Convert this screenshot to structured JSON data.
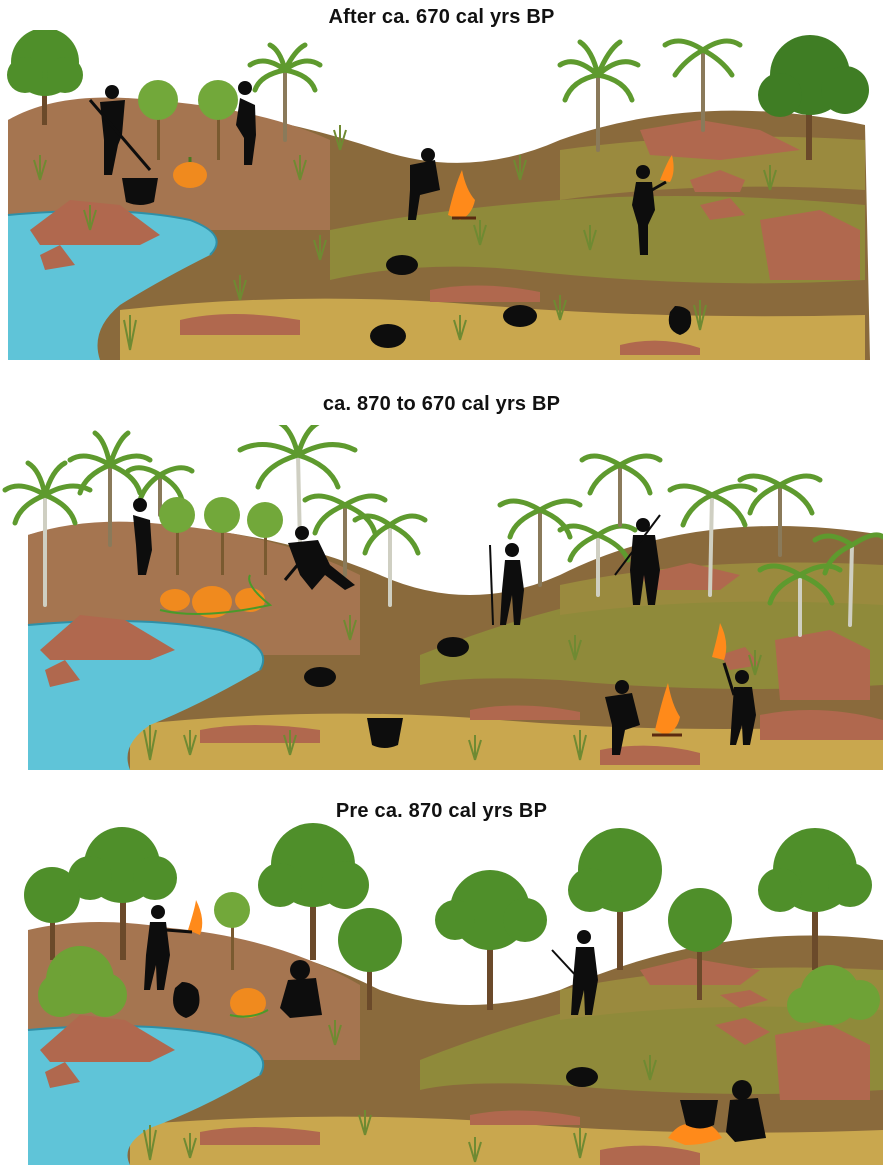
{
  "panels": [
    {
      "title": "After ca. 670 cal yrs BP",
      "vegetation": "palms-and-fruit-trees",
      "people": [
        "person-hoeing",
        "person-tending-plant",
        "person-at-fire",
        "person-holding-torch"
      ],
      "objects": [
        "cooking-pot",
        "pumpkin",
        "campfire",
        "torch",
        "ceramic-jar",
        "rodent",
        "rodent",
        "rodent"
      ]
    },
    {
      "title": "ca. 870 to 670 cal yrs BP",
      "vegetation": "dense-palms",
      "people": [
        "person-tending-plant",
        "person-digging",
        "person-with-staff",
        "person-with-spear",
        "person-at-fire",
        "person-holding-torch"
      ],
      "objects": [
        "pumpkin",
        "pumpkin",
        "pumpkin",
        "campfire",
        "torch",
        "cooking-pot",
        "rodent",
        "rodent"
      ]
    },
    {
      "title": "Pre ca. 870 cal yrs BP",
      "vegetation": "broadleaf-forest",
      "people": [
        "person-holding-torch",
        "person-crouching",
        "person-with-spear",
        "person-crouching"
      ],
      "objects": [
        "ceramic-jar",
        "pumpkin",
        "torch",
        "campfire",
        "cooking-pot",
        "rodent"
      ]
    }
  ],
  "colors": {
    "water": "#5fc4d8",
    "ground-light": "#c9a74e",
    "ground-mid": "#8a6a3c",
    "hill": "#a57550",
    "rock": "#b0684e",
    "grass": "#7a8f3a",
    "palm": "#5e9a2e",
    "tree": "#4f8f2a",
    "silhouette": "#0d0d0d",
    "fire": "#ff8a1a",
    "pumpkin": "#f08a1e"
  }
}
